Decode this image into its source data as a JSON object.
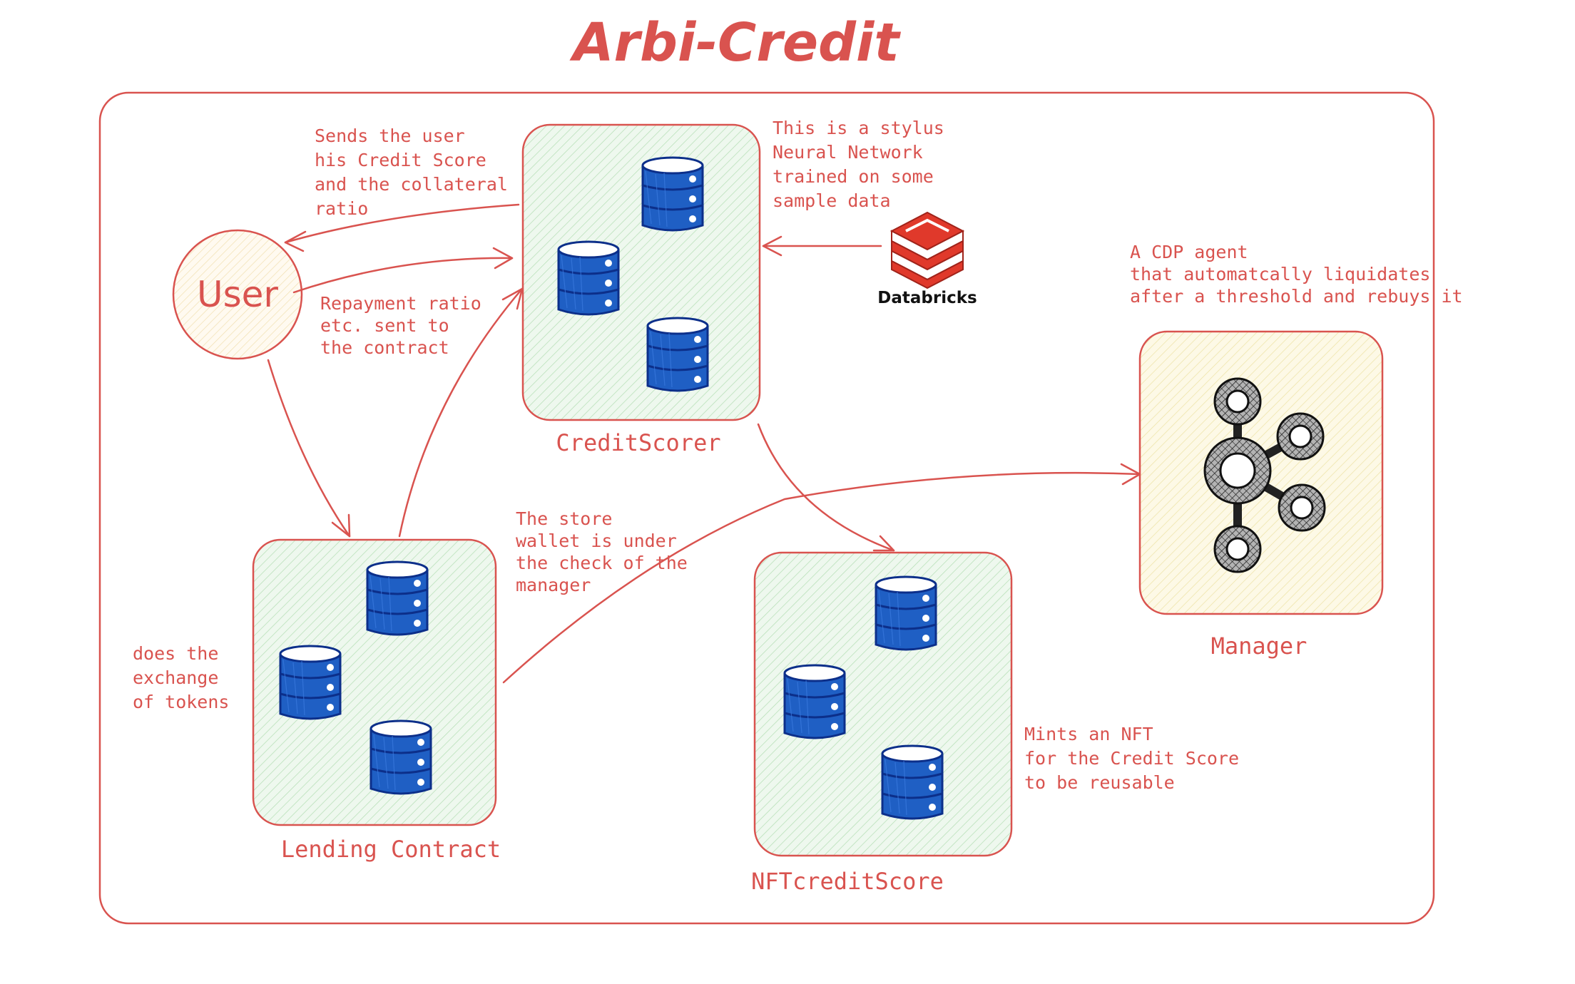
{
  "title": "Arbi-Credit",
  "nodes": {
    "user": "User",
    "credit_scorer": "CreditScorer",
    "lending_contract": "Lending Contract",
    "nft_credit_score": "NFTcreditScore",
    "manager": "Manager",
    "databricks": "Databricks"
  },
  "annotations": {
    "sends_score": [
      "Sends the user",
      "his Credit Score",
      "and the collateral",
      "ratio"
    ],
    "repayment": [
      "Repayment ratio",
      "etc. sent to",
      "the contract"
    ],
    "stylus": [
      "This is a stylus",
      "Neural Network",
      "trained on some",
      "sample data"
    ],
    "cdp_agent": [
      "A CDP agent",
      "that automatcally liquidates",
      "after a threshold and rebuys it"
    ],
    "store_wallet": [
      "The store",
      "wallet is under",
      "the check of the",
      "manager"
    ],
    "exchange": [
      "does the",
      "exchange",
      "of tokens"
    ],
    "mints_nft": [
      "Mints an NFT",
      "for the Credit Score",
      "to be reusable"
    ]
  },
  "colors": {
    "stroke": "#d9534f",
    "db_fill": "#1f5fc4",
    "db_stroke": "#0c2f8a",
    "green_fill": "#eaf7ea",
    "yellow_fill": "#fdf8e1",
    "databricks": "#e0392b"
  },
  "icons": {
    "database": "database-icon",
    "databricks": "databricks-logo-icon",
    "manager": "kafka-network-icon"
  }
}
